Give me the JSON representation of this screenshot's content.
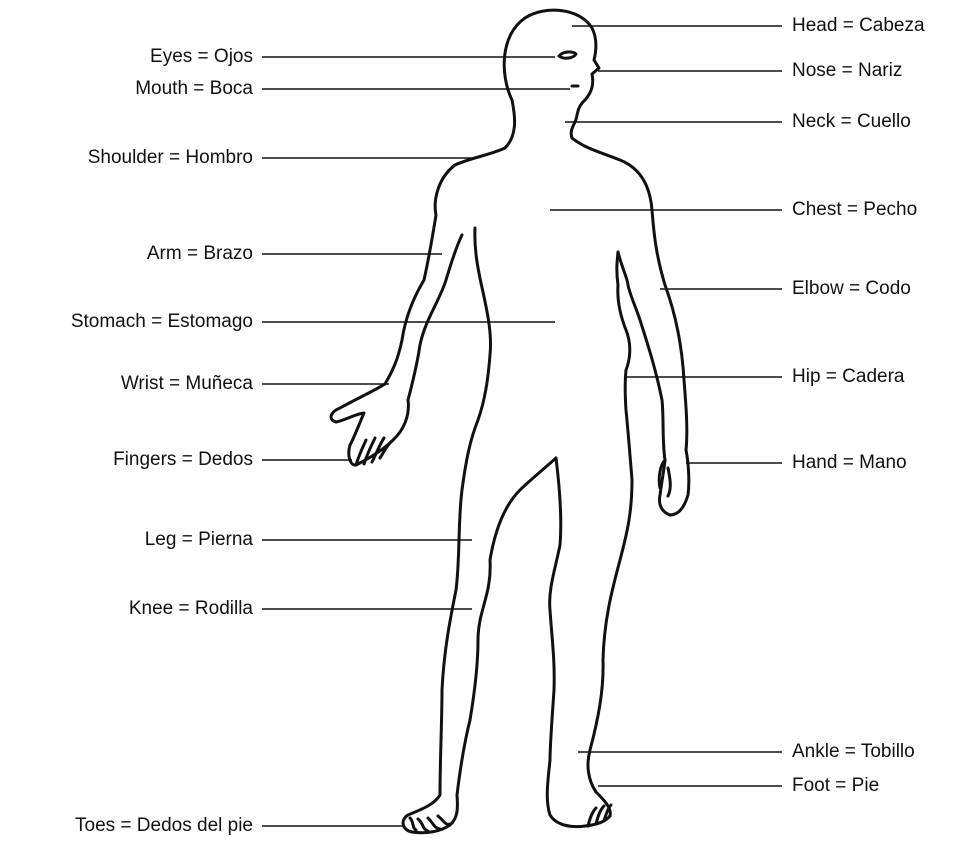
{
  "left_labels": [
    {
      "id": "eyes",
      "text": "Eyes = Ojos"
    },
    {
      "id": "mouth",
      "text": "Mouth = Boca"
    },
    {
      "id": "shoulder",
      "text": "Shoulder = Hombro"
    },
    {
      "id": "arm",
      "text": "Arm = Brazo"
    },
    {
      "id": "stomach",
      "text": "Stomach = Estomago"
    },
    {
      "id": "wrist",
      "text": "Wrist = Muñeca"
    },
    {
      "id": "fingers",
      "text": "Fingers = Dedos"
    },
    {
      "id": "leg",
      "text": "Leg = Pierna"
    },
    {
      "id": "knee",
      "text": "Knee = Rodilla"
    },
    {
      "id": "toes",
      "text": "Toes = Dedos del pie"
    }
  ],
  "right_labels": [
    {
      "id": "head",
      "text": "Head = Cabeza"
    },
    {
      "id": "nose",
      "text": "Nose = Nariz"
    },
    {
      "id": "neck",
      "text": "Neck = Cuello"
    },
    {
      "id": "chest",
      "text": "Chest = Pecho"
    },
    {
      "id": "elbow",
      "text": "Elbow = Codo"
    },
    {
      "id": "hip",
      "text": "Hip = Cadera"
    },
    {
      "id": "hand",
      "text": "Hand = Mano"
    },
    {
      "id": "ankle",
      "text": "Ankle = Tobillo"
    },
    {
      "id": "foot",
      "text": "Foot = Pie"
    }
  ],
  "colors": {
    "line": "#111111",
    "background": "#ffffff"
  }
}
